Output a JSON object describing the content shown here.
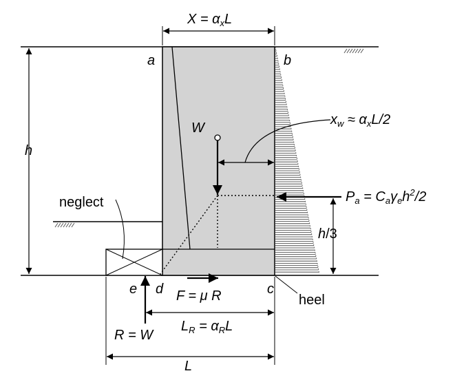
{
  "labels": {
    "top_dim": {
      "a": "X = ",
      "b": "α",
      "c": "x",
      "d": "L"
    },
    "point_a": "a",
    "point_b": "b",
    "point_c": "c",
    "point_d": "d",
    "point_e": "e",
    "height": "h",
    "weight": "W",
    "xw": {
      "a": "x",
      "b": "w",
      "c": " ≈ ",
      "d": "α",
      "e": "x",
      "f": "L/2"
    },
    "pa": {
      "a": "P",
      "b": "a",
      "c": " = C",
      "d": "a",
      "e": "γ",
      "f": "e",
      "g": "h",
      "h": "2",
      "i": "/2"
    },
    "h3": {
      "a": "h",
      "b": "/3"
    },
    "neglect": "neglect",
    "friction": {
      "a": "F = ",
      "b": "μ R"
    },
    "heel": "heel",
    "lr": {
      "a": "L",
      "b": "R",
      "c": " = ",
      "d": "α",
      "e": "R",
      "f": "L"
    },
    "rw": "R = W",
    "base": "L"
  },
  "colors": {
    "wall_fill": "#d3d3d3",
    "line": "#000000"
  }
}
